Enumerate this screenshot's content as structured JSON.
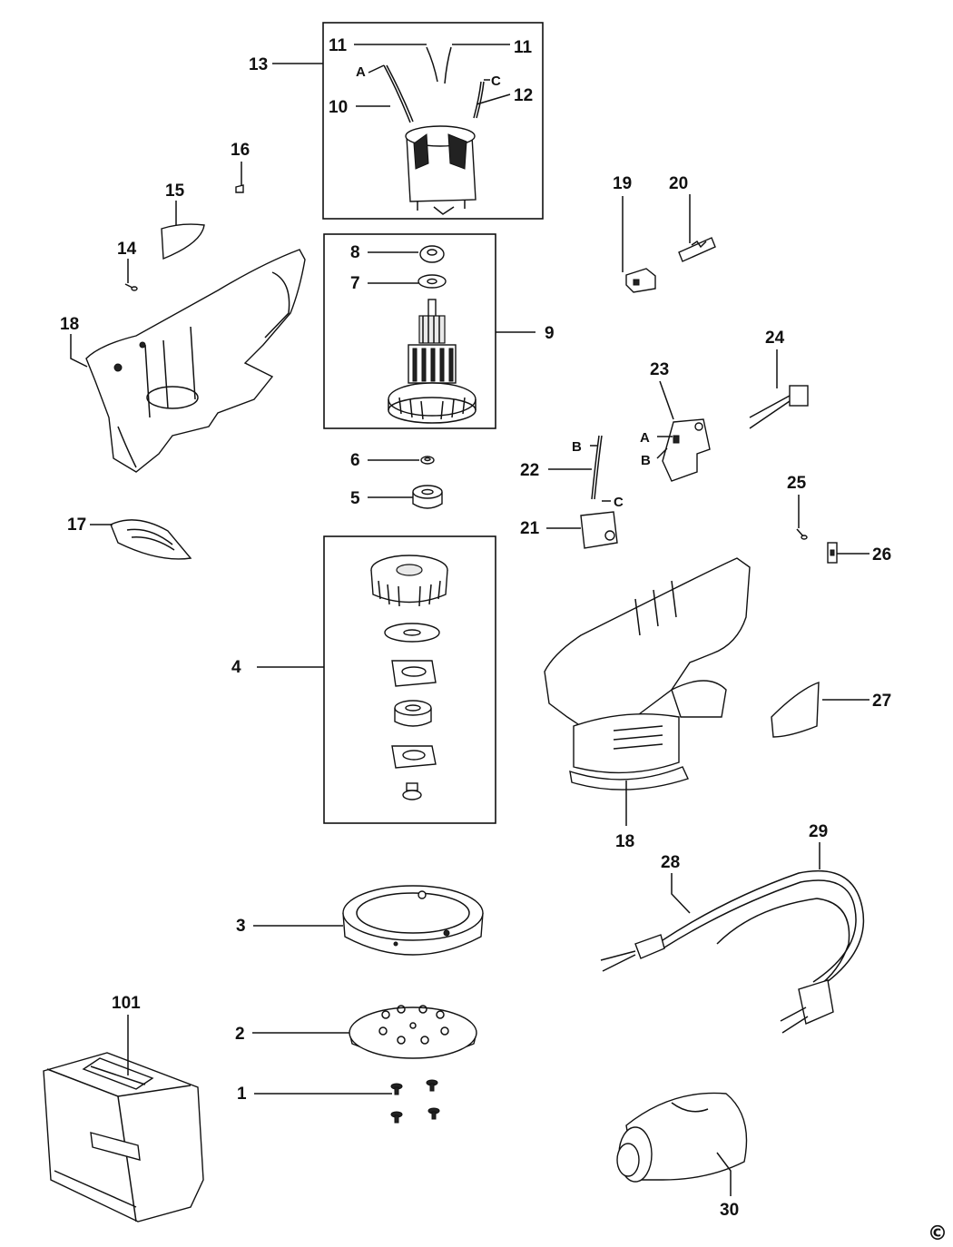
{
  "callouts": {
    "c1": "1",
    "c2": "2",
    "c3": "3",
    "c4": "4",
    "c5": "5",
    "c6": "6",
    "c7": "7",
    "c8": "8",
    "c9": "9",
    "c10": "10",
    "c11a": "11",
    "c11b": "11",
    "c12": "12",
    "c13": "13",
    "c14": "14",
    "c15": "15",
    "c16": "16",
    "c17": "17",
    "c18a": "18",
    "c18b": "18",
    "c19": "19",
    "c20": "20",
    "c21": "21",
    "c22": "22",
    "c23": "23",
    "c24": "24",
    "c25": "25",
    "c26": "26",
    "c27": "27",
    "c28": "28",
    "c29": "29",
    "c30": "30",
    "c101": "101"
  },
  "wire_labels": {
    "a_top": "A",
    "c_top": "C",
    "b_wire": "B",
    "c_switch": "C",
    "a_switch": "A",
    "b_switch": "B"
  },
  "copyright": "©"
}
